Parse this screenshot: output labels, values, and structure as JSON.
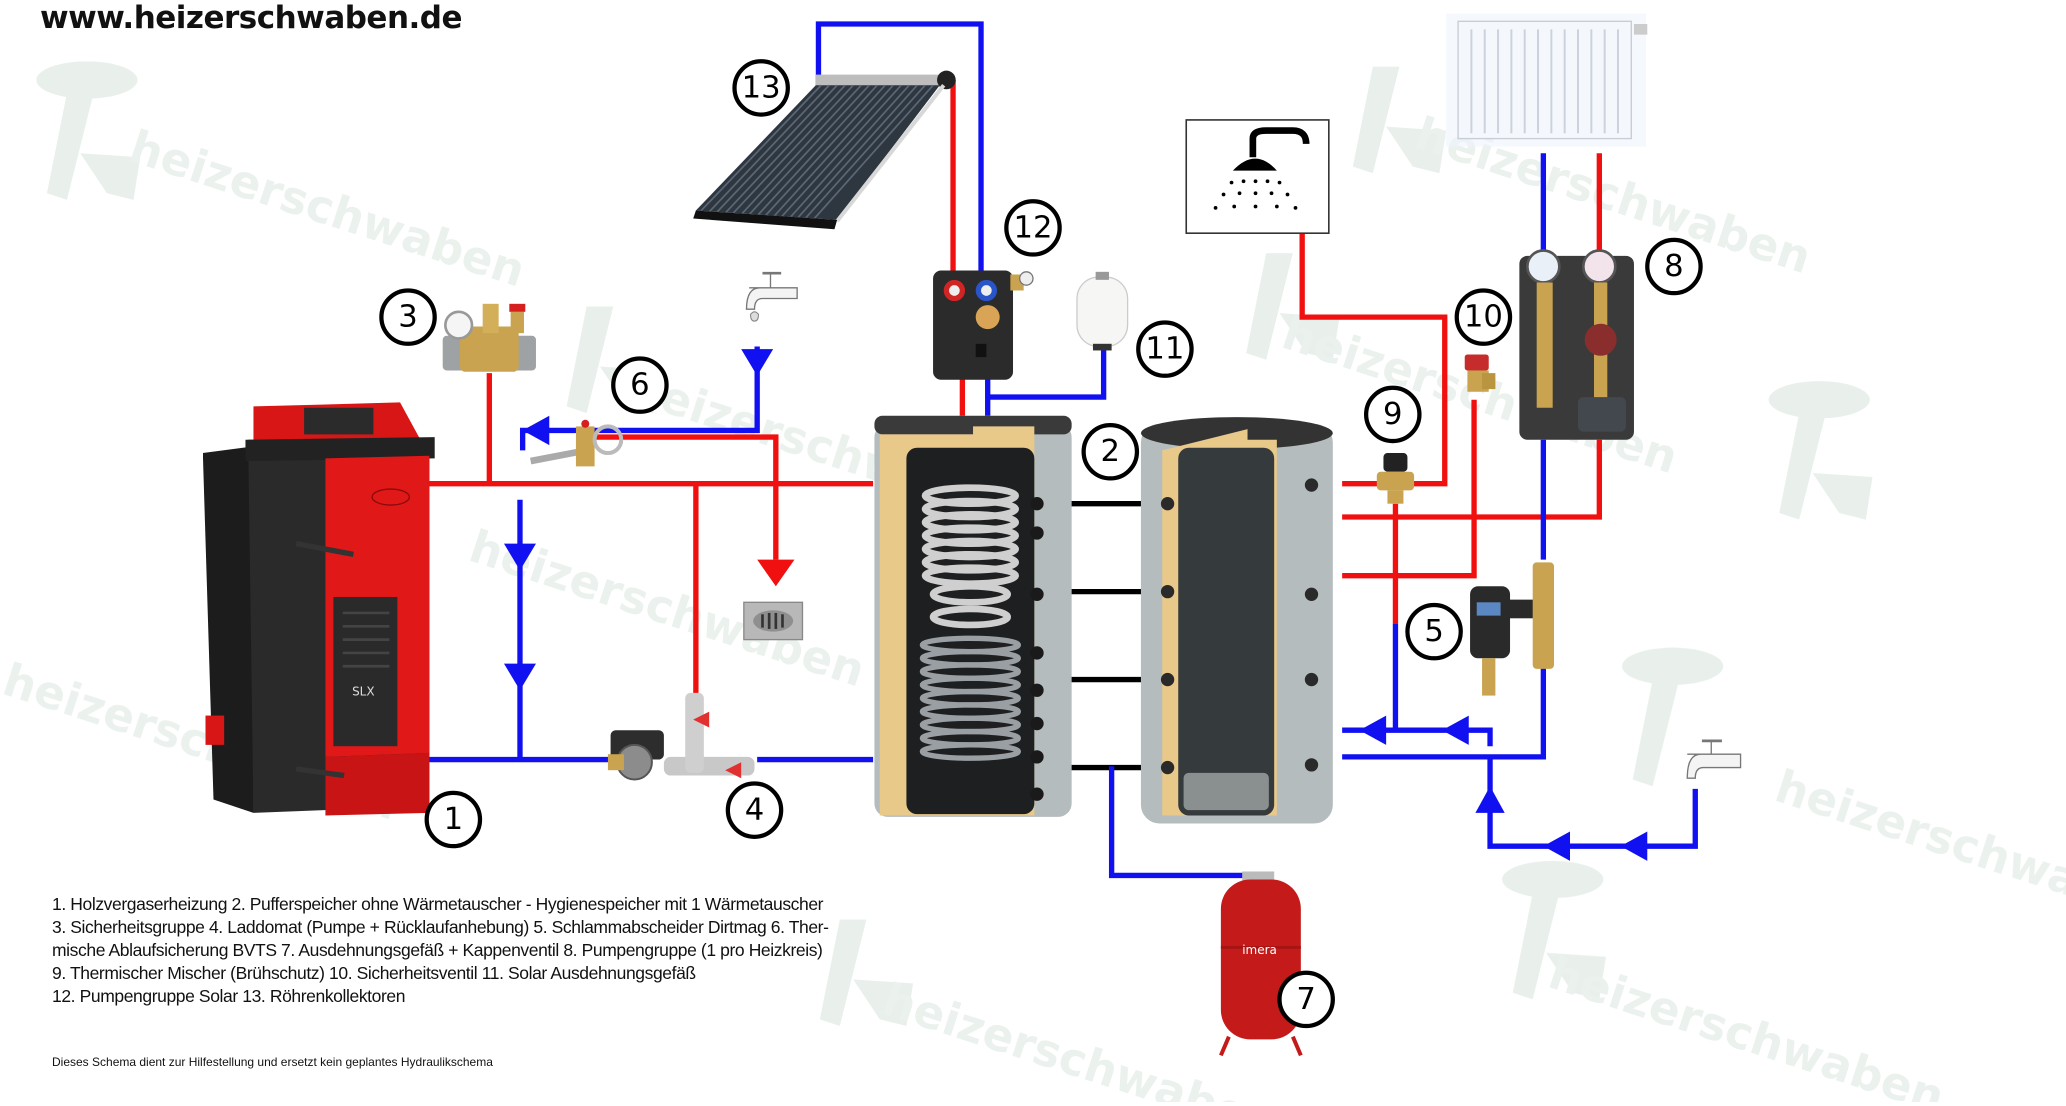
{
  "header": {
    "site_url": "www.heizerschwaben.de"
  },
  "watermark": {
    "text": "heizerschwaben"
  },
  "colors": {
    "hot_pipe": "#f01010",
    "cold_pipe": "#1010f0",
    "boiler_red": "#e01818",
    "tank_grey": "#b5bcbd",
    "insulation": "#e9c98a"
  },
  "components": [
    {
      "number": "1",
      "name": "Holzvergaserheizung",
      "brand_label": "SLX"
    },
    {
      "number": "2",
      "name": "Pufferspeicher ohne Wärmetauscher - Hygienespeicher mit 1 Wärmetauscher"
    },
    {
      "number": "3",
      "name": "Sicherheitsgruppe"
    },
    {
      "number": "4",
      "name": "Laddomat (Pumpe + Rücklaufanhebung)"
    },
    {
      "number": "5",
      "name": "Schlammabscheider Dirtmag"
    },
    {
      "number": "6",
      "name": "Thermische Ablaufsicherung BVTS"
    },
    {
      "number": "7",
      "name": "Ausdehnungsgefäß + Kappenventil",
      "brand_label": "imera"
    },
    {
      "number": "8",
      "name": "Pumpengruppe (1 pro Heizkreis)"
    },
    {
      "number": "9",
      "name": "Thermischer Mischer (Brühschutz)"
    },
    {
      "number": "10",
      "name": "Sicherheitsventil"
    },
    {
      "number": "11",
      "name": "Solar Ausdehnungsgefäß"
    },
    {
      "number": "12",
      "name": "Pumpengruppe Solar"
    },
    {
      "number": "13",
      "name": "Röhrenkollektoren"
    }
  ],
  "legend_lines": [
    "1. Holzvergaserheizung   2. Pufferspeicher ohne Wärmetauscher - Hygienespeicher mit 1 Wärmetauscher",
    "3. Sicherheitsgruppe   4. Laddomat (Pumpe + Rücklaufanhebung) 5. Schlammabscheider Dirtmag   6. Ther-",
    "mische Ablaufsicherung BVTS   7. Ausdehnungsgefäß + Kappenventil   8. Pumpengruppe (1 pro Heizkreis)",
    "9. Thermischer Mischer (Brühschutz)   10. Sicherheitsventil 11. Solar Ausdehnungsgefäß",
    "12. Pumpengruppe Solar   13. Röhrenkollektoren"
  ],
  "disclaimer": "Dieses Schema dient zur Hilfestellung und ersetzt kein geplantes Hydraulikschema",
  "icons": [
    "shower-icon",
    "radiator-icon",
    "water-tap-icon",
    "floor-drain-icon",
    "flow-arrow-icon"
  ]
}
